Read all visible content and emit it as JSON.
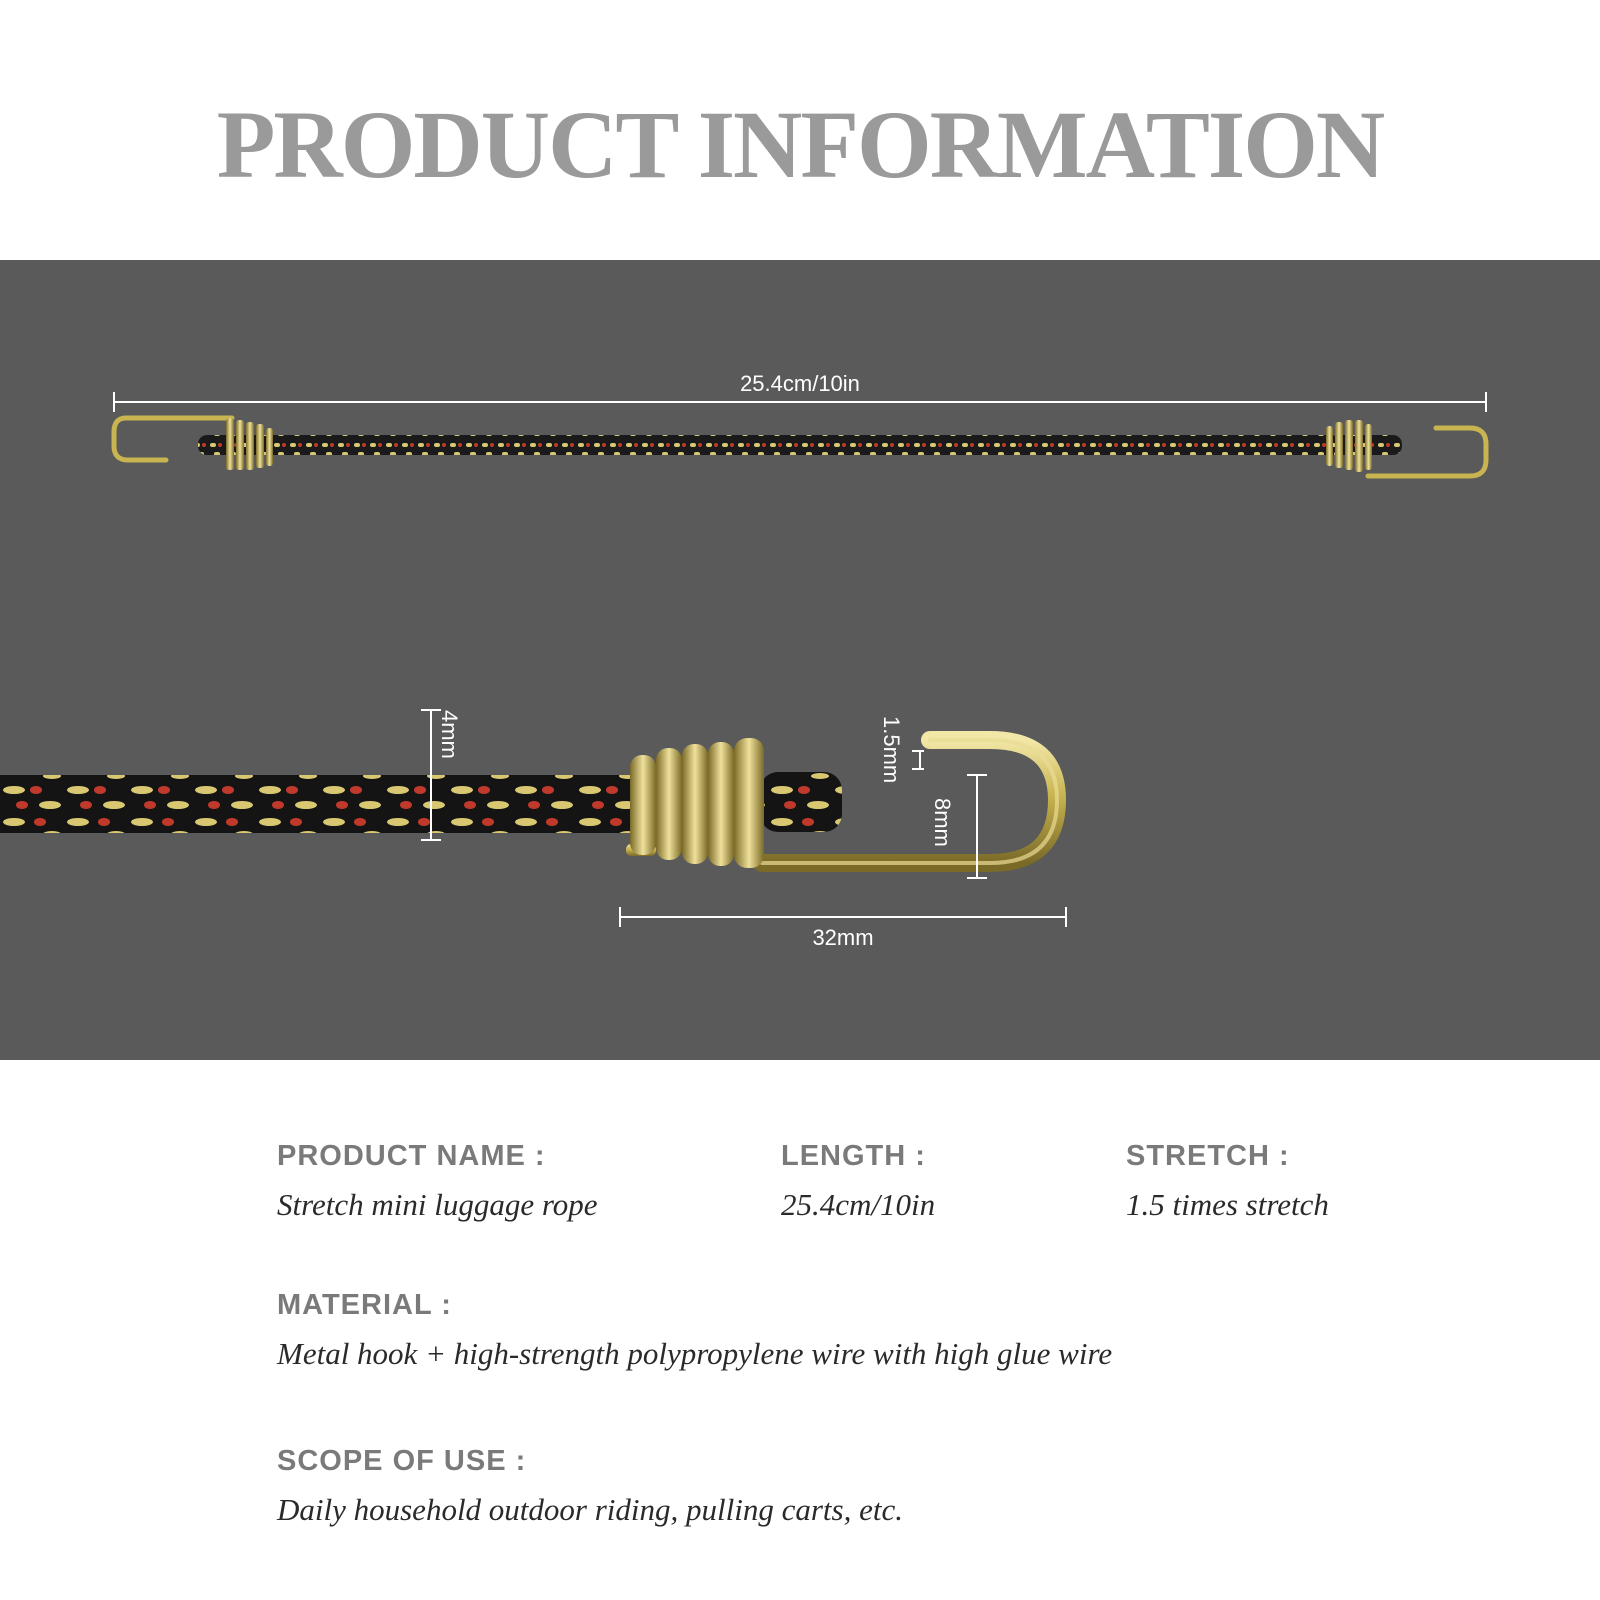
{
  "header": {
    "title": "PRODUCT INFORMATION"
  },
  "dimensions": {
    "total_length": "25.4cm/10in",
    "rope_diameter": "4mm",
    "hook_wire": "1.5mm",
    "hook_gap": "8mm",
    "hook_length": "32mm"
  },
  "colors": {
    "panel_bg": "#5a5a5a",
    "rope_base": "#1a1a1a",
    "rope_yellow": "#d8c872",
    "rope_red": "#c0392b",
    "hook_brass": "#c8b450"
  },
  "specs": {
    "product_name": {
      "label": "PRODUCT NAME :",
      "value": "Stretch mini luggage rope"
    },
    "length": {
      "label": "LENGTH :",
      "value": "25.4cm/10in"
    },
    "stretch": {
      "label": "STRETCH :",
      "value": "1.5 times stretch"
    },
    "material": {
      "label": "MATERIAL :",
      "value": "Metal hook + high-strength polypropylene wire with high glue wire"
    },
    "scope": {
      "label": "SCOPE OF USE :",
      "value": "Daily household outdoor riding, pulling carts, etc."
    }
  }
}
